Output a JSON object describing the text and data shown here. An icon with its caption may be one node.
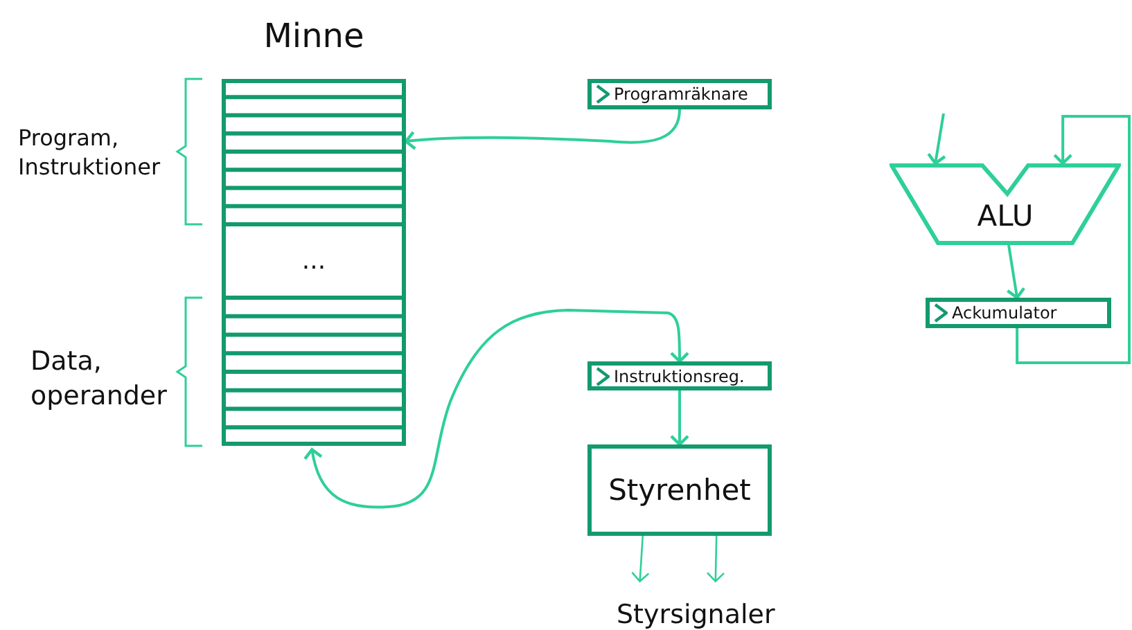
{
  "diagram": {
    "nodes": [
      {
        "text": [
          "Minne",
          "..."
        ]
      },
      {
        "text": [
          "Programräknare"
        ]
      },
      {
        "text": [
          "Instruktionsreg."
        ]
      },
      {
        "text": [
          "Styrenhet"
        ]
      },
      {
        "text": [
          "ALU"
        ]
      },
      {
        "text": [
          "Ackumulator"
        ]
      },
      {
        "text": [
          "Styrsignaler"
        ]
      }
    ],
    "edges": [
      {
        "from": 1,
        "to": 0,
        "arrow": "to"
      },
      {
        "from": 0,
        "to": 2,
        "arrow": "both"
      },
      {
        "from": 2,
        "to": 3,
        "arrow": "to"
      },
      {
        "from": 3,
        "to": 6,
        "arrow": "to"
      },
      {
        "from": 3,
        "to": 6,
        "arrow": "to"
      },
      {
        "from": null,
        "to": 4,
        "arrow": "to"
      },
      {
        "from": 4,
        "to": 5,
        "arrow": "to"
      },
      {
        "from": 5,
        "to": 4,
        "arrow": "to"
      }
    ],
    "labels": [
      "Program, Instruktioner",
      "Data, operander"
    ]
  }
}
